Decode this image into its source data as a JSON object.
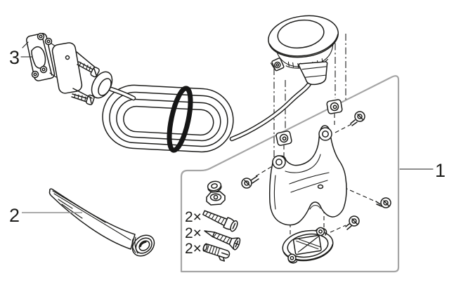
{
  "figure": {
    "type": "exploded-parts-diagram",
    "background": "#ffffff",
    "ink_color": "#1d1d1b",
    "box_color": "#a5a5a5",
    "callouts": [
      {
        "label": "1",
        "part": "mounting-bracket-kit"
      },
      {
        "label": "2",
        "part": "ground-stake"
      },
      {
        "label": "3",
        "part": "connector-plug-with-cable"
      }
    ],
    "quantity_labels": [
      {
        "label": "2×",
        "item": "machine-screw"
      },
      {
        "label": "2×",
        "item": "wood-screw"
      },
      {
        "label": "2×",
        "item": "wall-plug"
      }
    ]
  }
}
